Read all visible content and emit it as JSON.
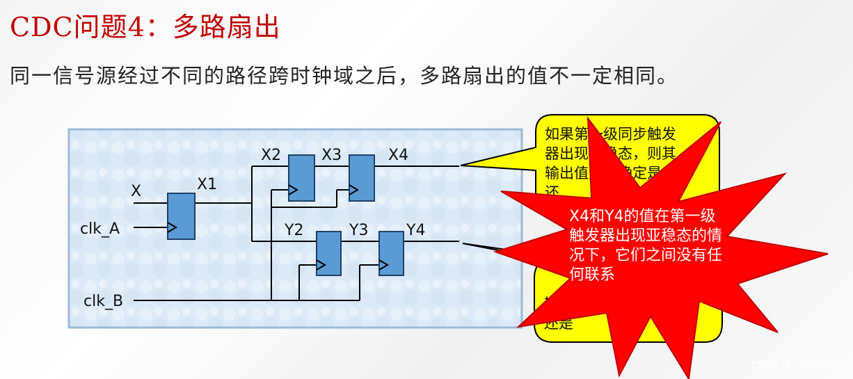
{
  "title": "CDC问题4：多路扇出",
  "subtitle": "同一信号源经过不同的路径跨时钟域之后，多路扇出的值不一定相同。",
  "signals": {
    "x": "X",
    "x1": "X1",
    "clk_a": "clk_A",
    "x2": "X2",
    "x3": "X3",
    "x4": "X4",
    "y2": "Y2",
    "y3": "Y3",
    "y4": "Y4",
    "clk_b": "clk_B"
  },
  "callout_top": {
    "line1": "如果第一级同步触发",
    "line2": "器出现亚稳态，则其",
    "line3": "输出值无法确定是",
    "line4": "还"
  },
  "callout_bottom": {
    "line1": "输出",
    "line2": "还是"
  },
  "star": {
    "line1": "X4和Y4的值在第一级",
    "line2": "触发器出现亚稳态的情",
    "line3": "况下，它们之间没有任",
    "line4": "何联系"
  },
  "watermark": "CSDN @三叶与少年",
  "colors": {
    "title": "#c00000",
    "flipflop": "#5b9bd5",
    "callout": "#ffff00",
    "star": "#ff0000",
    "panel": "#dbe9f6"
  }
}
